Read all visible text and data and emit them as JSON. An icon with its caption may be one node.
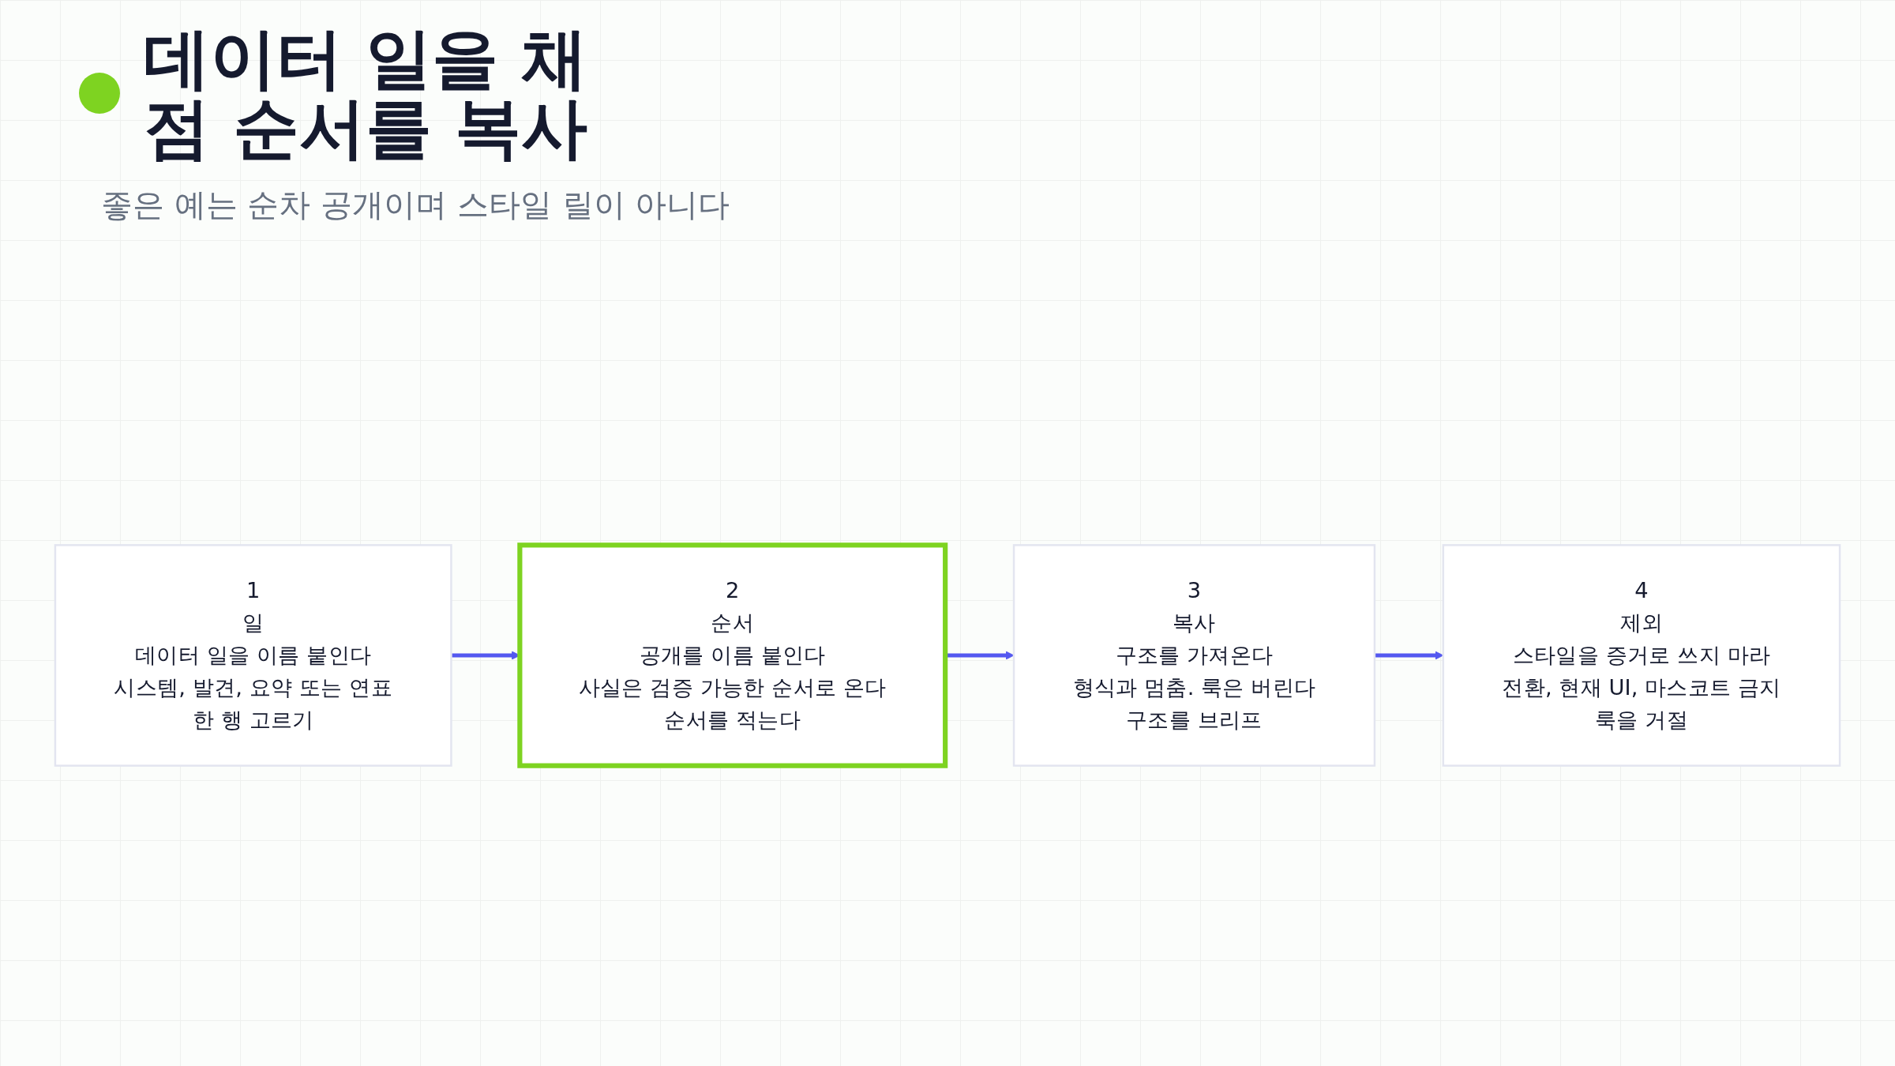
{
  "diagram": {
    "title": "데이터 일을 채점 순서를 복사",
    "nodes": [
      {
        "text": [
          "1",
          "일",
          "데이터 일을 이름 붙인다",
          "시스템, 발견, 요약 또는 연표",
          "한 행 고르기"
        ]
      },
      {
        "text": [
          "2",
          "순서",
          "공개를 이름 붙인다",
          "사실은 검증 가능한 순서로 온다",
          "순서를 적는다"
        ]
      },
      {
        "text": [
          "3",
          "복사",
          "구조를 가져온다",
          "형식과 멈춤. 룩은 버린다",
          "구조를 브리프"
        ]
      },
      {
        "text": [
          "4",
          "제외",
          "스타일을 증거로 쓰지 마라",
          "전환, 현재 UI, 마스코트 금지",
          "룩을 거절"
        ]
      }
    ],
    "edges": [
      {
        "from": 0,
        "to": 1,
        "arrow": "to"
      },
      {
        "from": 1,
        "to": 2,
        "arrow": "to"
      },
      {
        "from": 2,
        "to": 3,
        "arrow": "to"
      }
    ],
    "labels": [
      "좋은 예는 순차 공개이며 스타일 릴이 아니다"
    ]
  }
}
